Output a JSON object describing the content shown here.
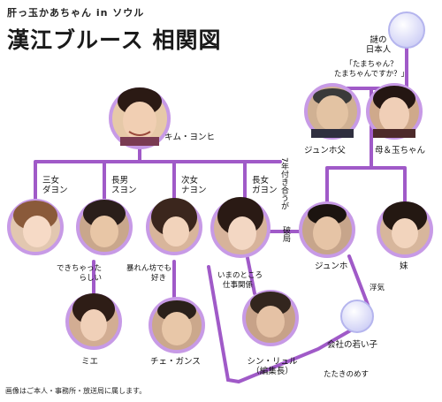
{
  "header": {
    "subtitle": "肝っ玉かあちゃん in ソウル",
    "title": "漢江ブルース 相関図"
  },
  "colors": {
    "line": "#a05ac8",
    "accent": "#b070d8",
    "ring": "#c79ae6",
    "unknown_fill": "#dcd7f5"
  },
  "people": {
    "kim": "キム・ヨンヒ",
    "junho_father": "ジュンホ父",
    "mother_tama": "母＆玉ちゃん",
    "mysterious": [
      "謎の",
      "日本人"
    ],
    "sanjo": [
      "三女",
      "ダヨン"
    ],
    "chonan": [
      "長男",
      "スヨン"
    ],
    "jijo": [
      "次女",
      "ナヨン"
    ],
    "chojo": [
      "長女",
      "ガヨン"
    ],
    "junho": "ジュンホ",
    "imouto": "妹",
    "mie": "ミエ",
    "chegangsu": "チェ・ガンス",
    "shin": [
      "シン・リュル",
      "（編集長）"
    ],
    "young_woman": "会社の若い子"
  },
  "notes": {
    "tama_quote": [
      "「たまちゃん？",
      "たまちゃんですか？」"
    ],
    "dekichatta": [
      "できちゃった",
      "らしい"
    ],
    "abarenbou": [
      "暴れん坊でも",
      "好き"
    ],
    "imanotokoro": [
      "いまのところ",
      "仕事関係"
    ],
    "nana_nen": "7年付き合うが",
    "hakyoku": "破局",
    "uwaki": "浮気",
    "tatakinomesu": "たたきのめす"
  },
  "footer": "画像はご本人・事務所・放送局に属します。"
}
